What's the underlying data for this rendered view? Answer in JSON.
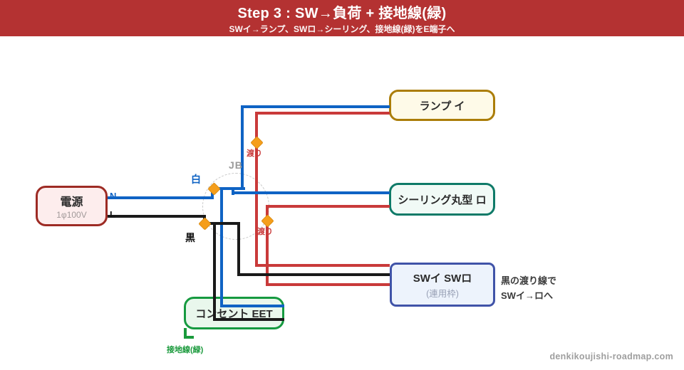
{
  "header": {
    "title": "Step 3 : SW→負荷 + 接地線(緑)",
    "subtitle": "SWイ→ランプ、SWロ→シーリング、接地線(緑)をE端子へ"
  },
  "boxes": {
    "power": {
      "label": "電源",
      "sublabel": "1φ100V"
    },
    "lamp": {
      "label": "ランプ イ"
    },
    "ceiling": {
      "label": "シーリング丸型 ロ"
    },
    "switch": {
      "label": "SWイ SWロ",
      "sublabel": "(連用枠)"
    },
    "outlet": {
      "label": "コンセント EET"
    }
  },
  "labels": {
    "neutral": "N",
    "line": "L",
    "white_mark": "白",
    "black_mark": "黒",
    "jb": "JB",
    "jumper_top": "渡り",
    "jumper_bottom": "渡り",
    "ground": "接地線(緑)"
  },
  "note": {
    "line1": "黒の渡り線で",
    "line2": "SWイ→ロへ"
  },
  "footer": {
    "site": "denkikoujishi-roadmap.com"
  },
  "colors": {
    "header_bg": "#b43232",
    "wire_white_color": "#0f63c4",
    "wire_black_color": "#1a1a1a",
    "wire_red_color": "#c93a3a",
    "wire_green_color": "#1a9a3c",
    "node_color": "#f59e1b",
    "power_border": "#9d2b24",
    "lamp_border": "#ab7d08",
    "ceiling_border": "#0e7a68",
    "switch_border": "#4053a8",
    "outlet_border": "#169a40"
  }
}
